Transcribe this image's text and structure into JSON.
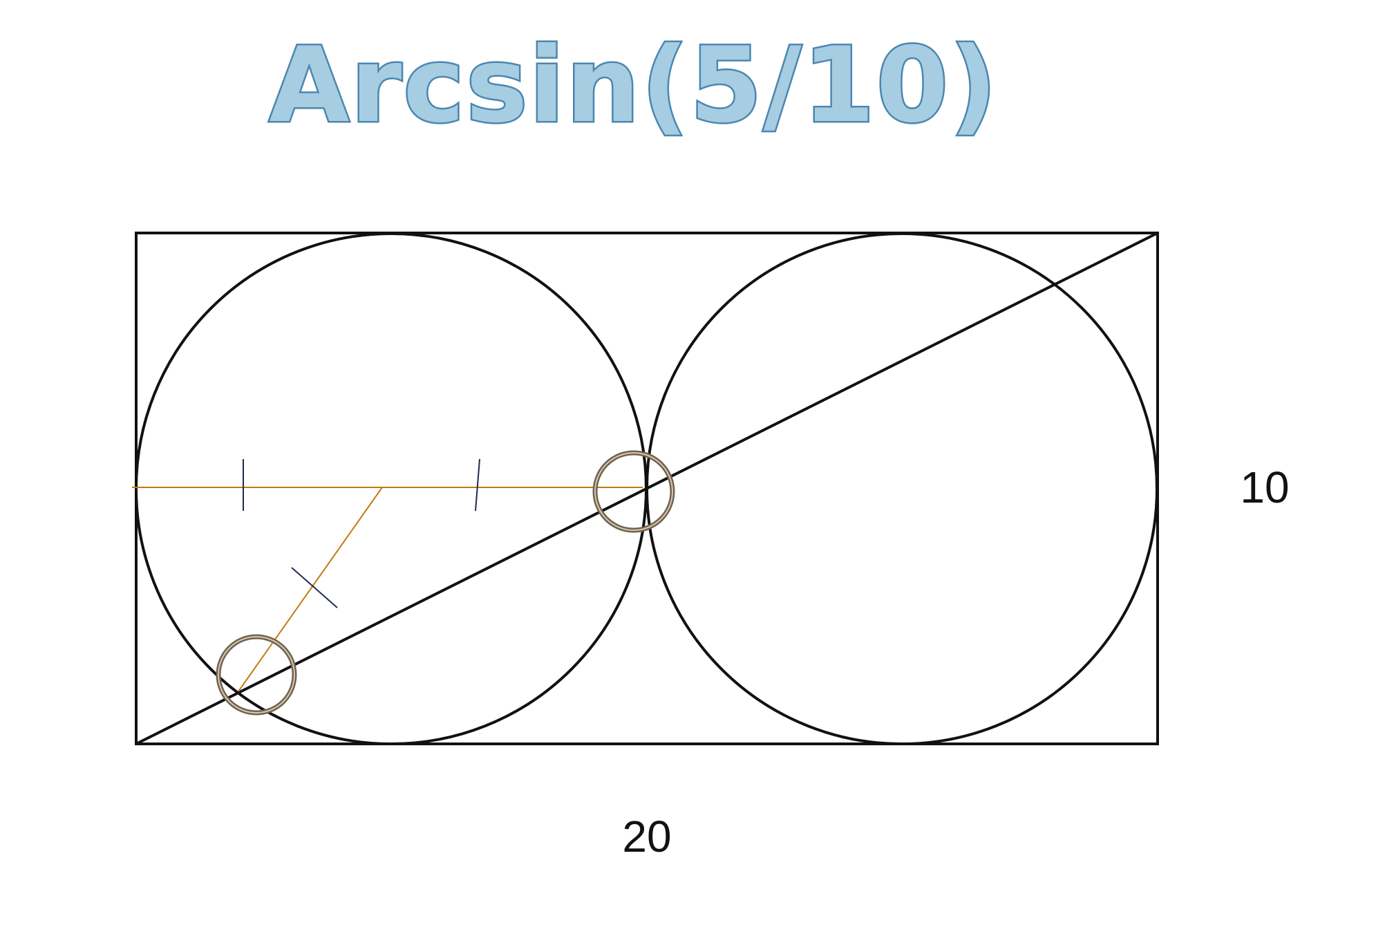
{
  "title": "Arcsin(5/10)",
  "labels": {
    "height": "10",
    "width": "20"
  },
  "colors": {
    "title_fill": "#a7cde2",
    "title_stroke": "#4a87b0",
    "outline": "#111111",
    "construction": "#c27a14",
    "tick": "#1f2a55",
    "highlight_ring": "#6e6252"
  }
}
